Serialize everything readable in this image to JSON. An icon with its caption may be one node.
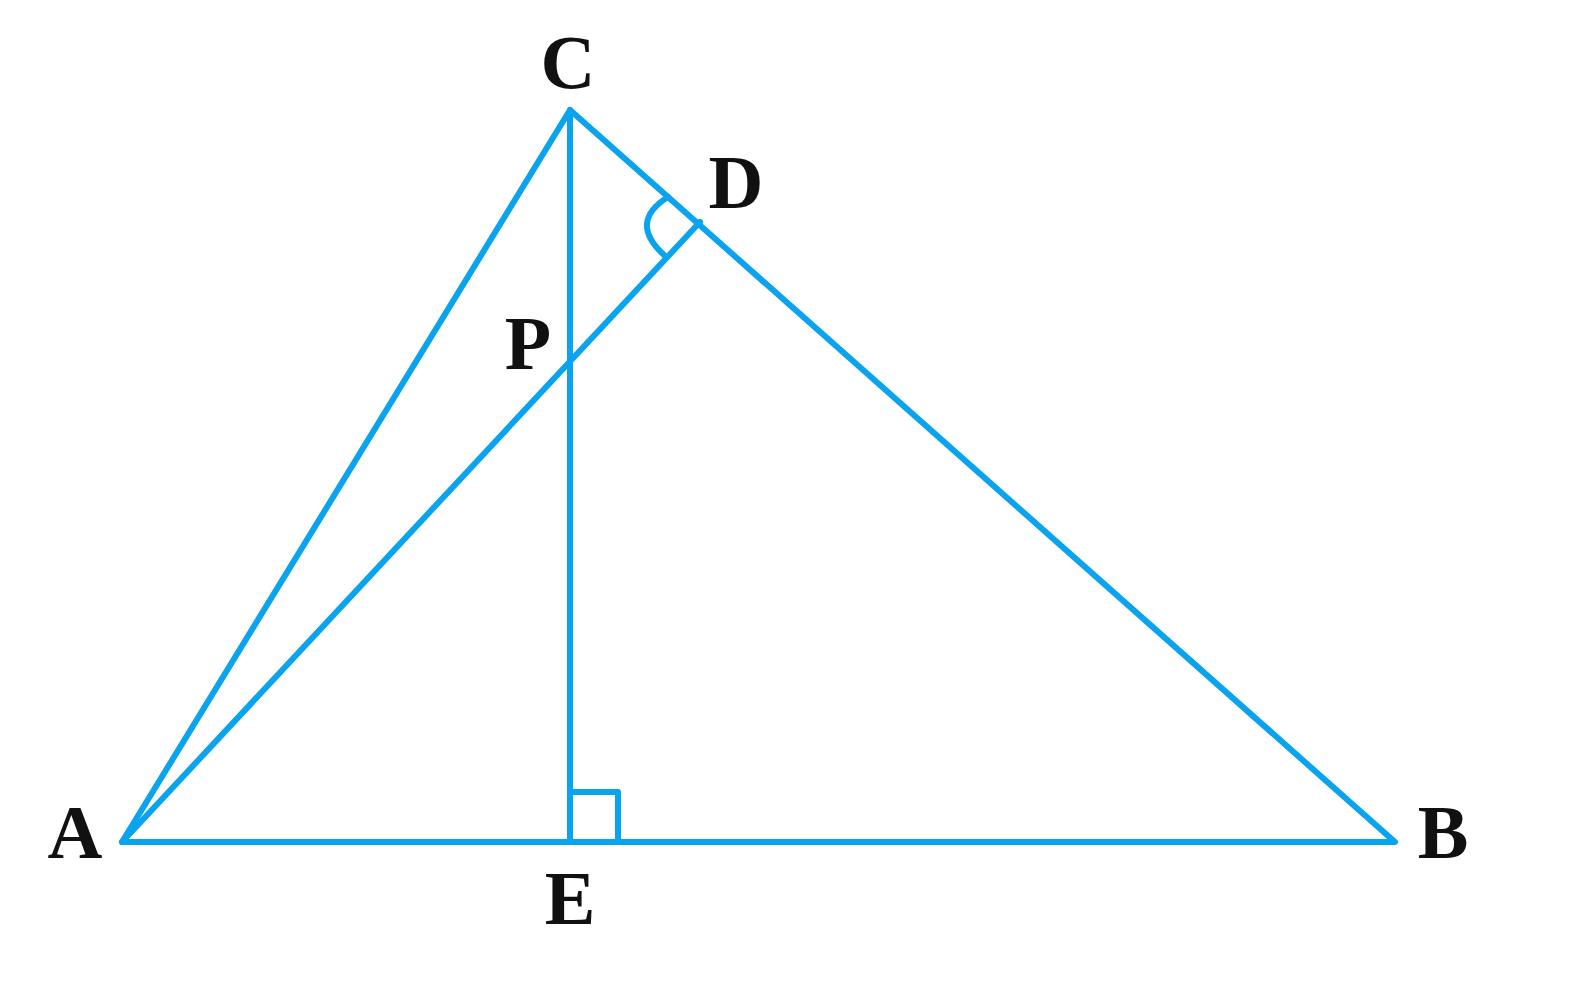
{
  "diagram": {
    "labels": [
      "C",
      "D",
      "P",
      "A",
      "B",
      "E"
    ]
  }
}
